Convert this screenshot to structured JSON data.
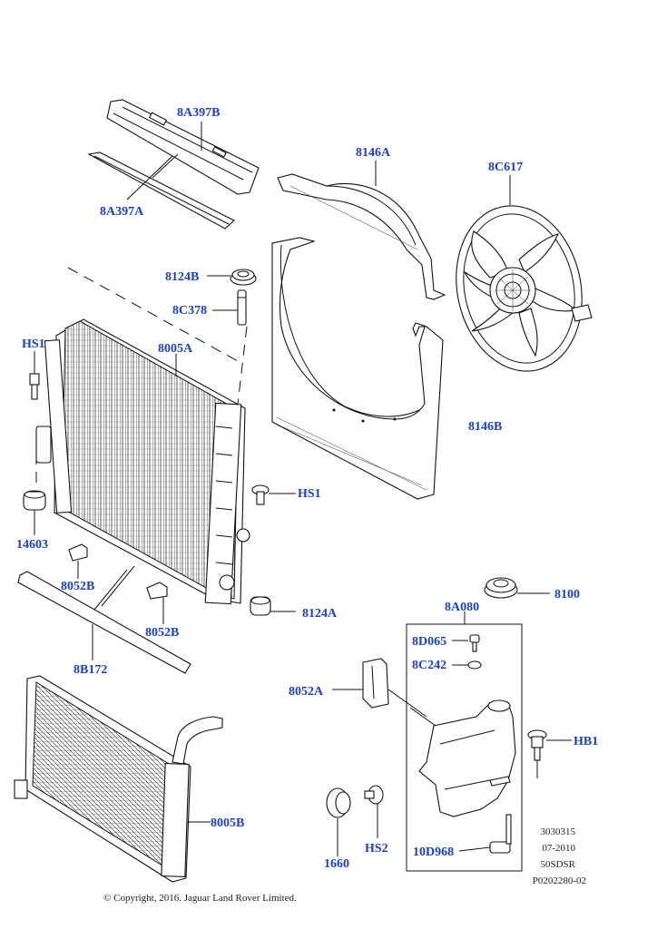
{
  "callouts": {
    "c8A397B": "8A397B",
    "c8A397A": "8A397A",
    "c8146A": "8146A",
    "c8C617": "8C617",
    "c8124B": "8124B",
    "c8C378": "8C378",
    "cHS1_left": "HS1",
    "c8005A": "8005A",
    "c8146B": "8146B",
    "cHS1_right": "HS1",
    "c14603": "14603",
    "c8052B_left": "8052B",
    "c8052B_right": "8052B",
    "c8124A": "8124A",
    "c8B172": "8B172",
    "c8100": "8100",
    "c8A080": "8A080",
    "c8D065": "8D065",
    "c8C242": "8C242",
    "c8052A": "8052A",
    "cHB1": "HB1",
    "c8005B": "8005B",
    "c1660": "1660",
    "cHS2": "HS2",
    "c10D968": "10D968"
  },
  "meta": {
    "code1": "3030315",
    "date": "07-2010",
    "model": "50SDSR",
    "ref": "P0202280-02"
  },
  "copyright": "© Copyright, 2016. Jaguar Land Rover Limited.",
  "accent_color": "#1a3fc9"
}
